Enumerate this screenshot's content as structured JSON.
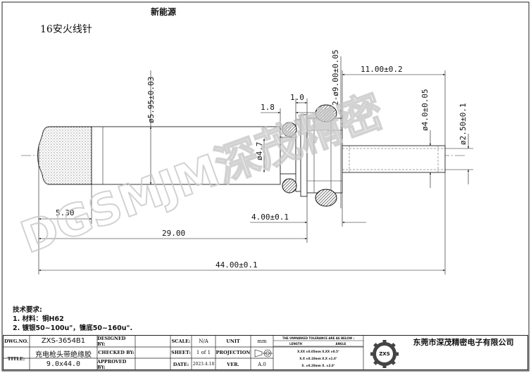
{
  "header": {
    "company_short": "新能源",
    "part_name": "16安火线针"
  },
  "dimensions": {
    "d_595": "ø5.95±0.03",
    "d_900": "2-ø9.00±0.05",
    "len_1100": "11.00±0.2",
    "w_10": "1.0",
    "w_18": "1.8",
    "d_47": "ø4.7",
    "d_400": "ø4.0±0.05",
    "d_250": "ø2.50±0.1",
    "len_530": "5.30",
    "len_400": "4.00±0.1",
    "len_2900": "29.00",
    "len_4400": "44.00±0.1"
  },
  "watermark": {
    "text": "DGSMJM深茂精密"
  },
  "notes": {
    "heading": "技术要求:",
    "line1": "1. 材料：铜H62",
    "line2": "2. 镀银50~100u\"，镍底50~160u\"."
  },
  "title_block": {
    "dwg_no_label": "DWG.NO.",
    "dwg_no": "ZXS-3654B1",
    "title_label": "TITLE:",
    "title_line1": "充电枪头带绝缘胶",
    "title_line2": "9.0x44.0",
    "designed_label": "DESIGNED BY:",
    "checked_label": "CHECKED BY:",
    "approved_label": "APPROVED BY:",
    "scale_label": "SCALE:",
    "scale_value": "N/A",
    "unit_label": "UNIT",
    "unit_value": "mm",
    "sheet_label": "SHEET:",
    "sheet_value": "1 of 1",
    "projection_label": "PROJECTION",
    "date_label": "DATE:",
    "date_value": "2023.4.18",
    "ver_label": "VER.",
    "ver_value": "A.0",
    "tolerance_title": "THE UNMARKED TOLERANCE ARE AS BELOW :",
    "tol_length": "LENGTH",
    "tol_angle": "ANGLE",
    "tol_rows": [
      "X.XX  ±0.05mm   X.XX  ±0.5°",
      "X.X   ±0.10mm   X.X   ±1.0°",
      "X.    ±0.20mm   X.    ±2.0°"
    ],
    "logo_text": "ZXS",
    "company_name": "东莞市深茂精密电子有限公司"
  }
}
